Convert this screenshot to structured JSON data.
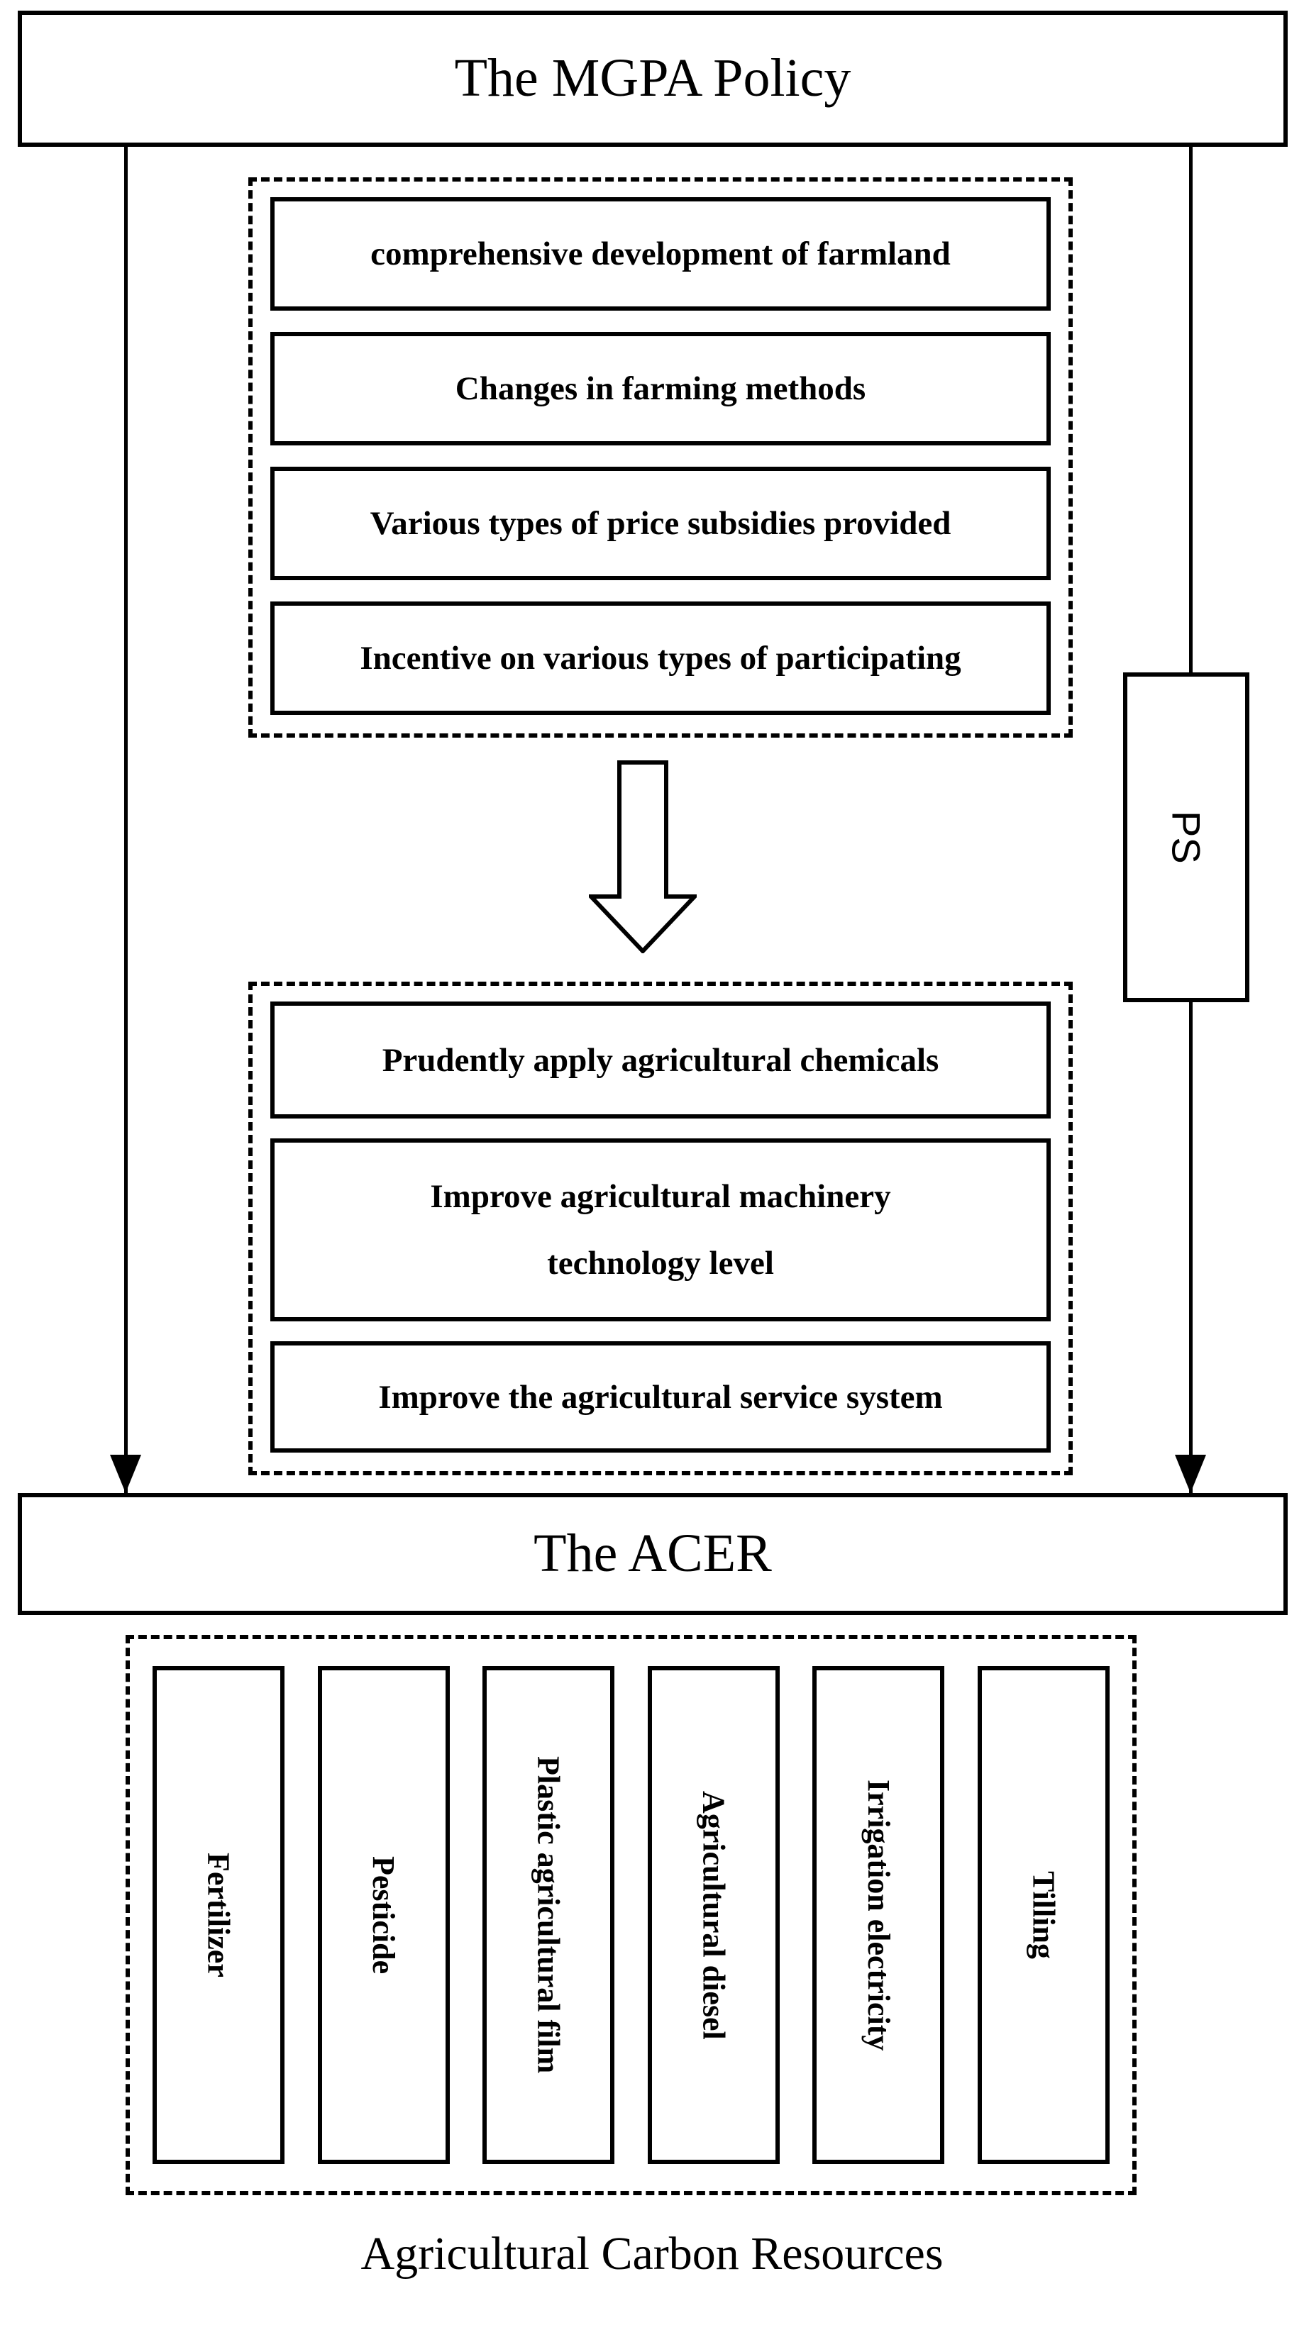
{
  "page": {
    "background_color": "#ffffff",
    "line_color": "#000000"
  },
  "top_box": {
    "label": "The MGPA Policy"
  },
  "policy_measures": {
    "items": [
      "comprehensive development of farmland",
      "Changes in farming methods",
      "Various types of price subsidies provided",
      "Incentive on various types of participating"
    ]
  },
  "ps_connector": {
    "label": "PS"
  },
  "improvements": {
    "items": [
      "Prudently apply agricultural chemicals",
      "Improve agricultural machinery technology level",
      "Improve the agricultural service system"
    ]
  },
  "acer_box": {
    "label": "The ACER"
  },
  "carbon_resources": {
    "items": [
      "Fertilizer",
      "Pesticide",
      "Plastic agricultural film",
      "Agricultural diesel",
      "Irrigation electricity",
      "Tilling"
    ],
    "caption": "Agricultural Carbon Resources"
  },
  "icons": {
    "block_down_arrow": "hollow-down-block-arrow",
    "arrowhead": "filled-down-arrowhead"
  }
}
